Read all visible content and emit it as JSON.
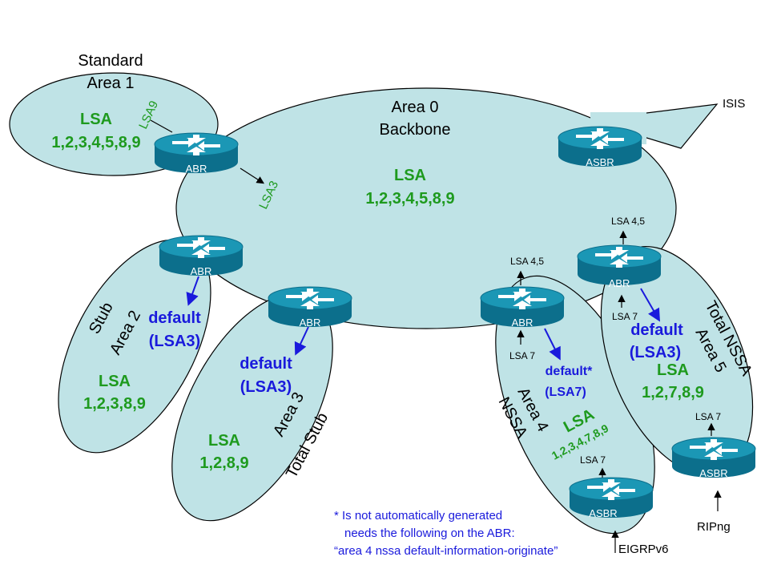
{
  "colors": {
    "area_fill": "#bfe3e6",
    "router_top": "#1b97b5",
    "router_body": "#0c6f8c",
    "lsa_green": "#1e9a1e",
    "default_blue": "#1a1adc"
  },
  "areas": {
    "area1": {
      "title_1": "Standard",
      "title_2": "Area 1",
      "lsa_title": "LSA",
      "lsa_list": "1,2,3,4,5,8,9",
      "lsa9_label": "LSA9"
    },
    "area0": {
      "title_1": "Area 0",
      "title_2": "Backbone",
      "lsa_title": "LSA",
      "lsa_list": "1,2,3,4,5,8,9",
      "lsa3_label": "LSA3",
      "external": "ISIS"
    },
    "area2": {
      "title_1": "Stub",
      "title_2": "Area 2",
      "default_1": "default",
      "default_2": "(LSA3)",
      "lsa_title": "LSA",
      "lsa_list": "1,2,3,8,9"
    },
    "area3": {
      "title_1": "Area 3",
      "title_2": "Total Stub",
      "default_1": "default",
      "default_2": "(LSA3)",
      "lsa_title": "LSA",
      "lsa_list": "1,2,8,9"
    },
    "area4": {
      "title_1": "Area 4",
      "title_2": "NSSA",
      "default_1": "default*",
      "default_2": "(LSA7)",
      "lsa_title": "LSA",
      "lsa_list": "1,2,3,4,7,8,9",
      "lsa45": "LSA 4,5",
      "lsa7_a": "LSA 7",
      "lsa7_b": "LSA 7",
      "external": "EIGRPv6"
    },
    "area5": {
      "title_1": "Total NSSA",
      "title_2": "Area 5",
      "default_1": "default",
      "default_2": "(LSA3)",
      "lsa_title": "LSA",
      "lsa_list": "1,2,7,8,9",
      "lsa45": "LSA 4,5",
      "lsa7_a": "LSA 7",
      "lsa7_b": "LSA 7",
      "external": "RIPng"
    }
  },
  "routers": {
    "abr1": "ABR",
    "abr2": "ABR",
    "abr3": "ABR",
    "abr4": "ABR",
    "abr5": "ABR",
    "asbr0": "ASBR",
    "asbr4": "ASBR",
    "asbr5": "ASBR"
  },
  "footnote": {
    "line1": "* Is not automatically generated",
    "line2": "needs the following on the ABR:",
    "line3": "“area 4 nssa default-information-originate”"
  }
}
